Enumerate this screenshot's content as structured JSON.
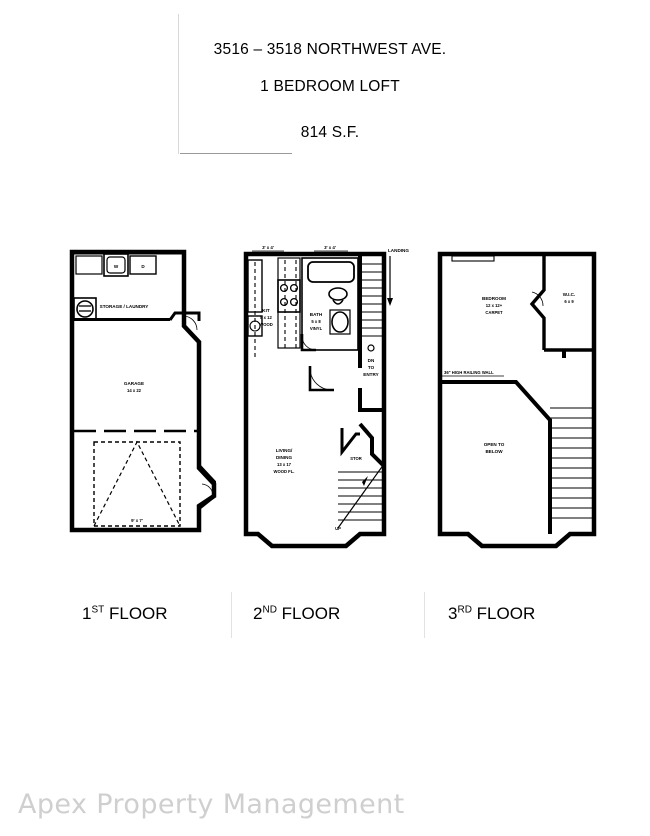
{
  "document": {
    "title_address": "3516 – 3518 NORTHWEST AVE.",
    "title_type": "1 BEDROOM LOFT",
    "title_area": "814 S.F.",
    "watermark": "Apex Property Management"
  },
  "floors": [
    {
      "id": "floor-1",
      "caption_ordinal": "1",
      "caption_suffix": "ST",
      "caption_word": "FLOOR",
      "rooms": [
        {
          "name": "storage-laundry",
          "label": "STORAGE / LAUNDRY",
          "dimensions": ""
        },
        {
          "name": "garage",
          "label": "GARAGE",
          "dimensions": "14 x 22"
        }
      ],
      "fixtures": [
        {
          "name": "washer",
          "label": "W"
        },
        {
          "name": "dryer",
          "label": "D"
        },
        {
          "name": "furnace",
          "label": ""
        }
      ],
      "openings": [
        {
          "name": "garage-door",
          "label": "9' x 7'"
        }
      ]
    },
    {
      "id": "floor-2",
      "caption_ordinal": "2",
      "caption_suffix": "ND",
      "caption_word": "FLOOR",
      "rooms": [
        {
          "name": "kitchen",
          "label": "KIT",
          "dimensions": "8 x 12",
          "material": "WOOD"
        },
        {
          "name": "bath",
          "label": "BATH",
          "dimensions": "5 x 8",
          "material": "VINYL"
        },
        {
          "name": "living-dining",
          "label": "LIVING/",
          "label2": "DINING",
          "dimensions": "13 x 17",
          "material": "WOOD FL."
        },
        {
          "name": "storage-closet",
          "label": "STOR"
        }
      ],
      "annotations": [
        {
          "name": "landing",
          "label": "LANDING"
        },
        {
          "name": "down-to-entry",
          "label": "DN",
          "label2": "TO",
          "label3": "ENTRY"
        },
        {
          "name": "up-arrow",
          "label": "UP"
        }
      ],
      "openings": [
        {
          "name": "window-left",
          "label": "3' x 4'"
        },
        {
          "name": "window-right",
          "label": "3' x 4'"
        }
      ]
    },
    {
      "id": "floor-3",
      "caption_ordinal": "3",
      "caption_suffix": "RD",
      "caption_word": "FLOOR",
      "rooms": [
        {
          "name": "bedroom",
          "label": "BEDROOM",
          "dimensions": "12 x 12+",
          "material": "CARPET"
        },
        {
          "name": "walk-in-closet",
          "label": "W.I.C.",
          "dimensions": "6 x 9"
        }
      ],
      "annotations": [
        {
          "name": "railing-wall",
          "label": "36\" HIGH RAILING WALL"
        },
        {
          "name": "open-to-below",
          "label": "OPEN TO",
          "label2": "BELOW"
        }
      ]
    }
  ],
  "colors": {
    "ink": "#000000",
    "paper": "#ffffff",
    "watermark": "#cfcfcf",
    "scan_rule": "#e2e2e2"
  }
}
